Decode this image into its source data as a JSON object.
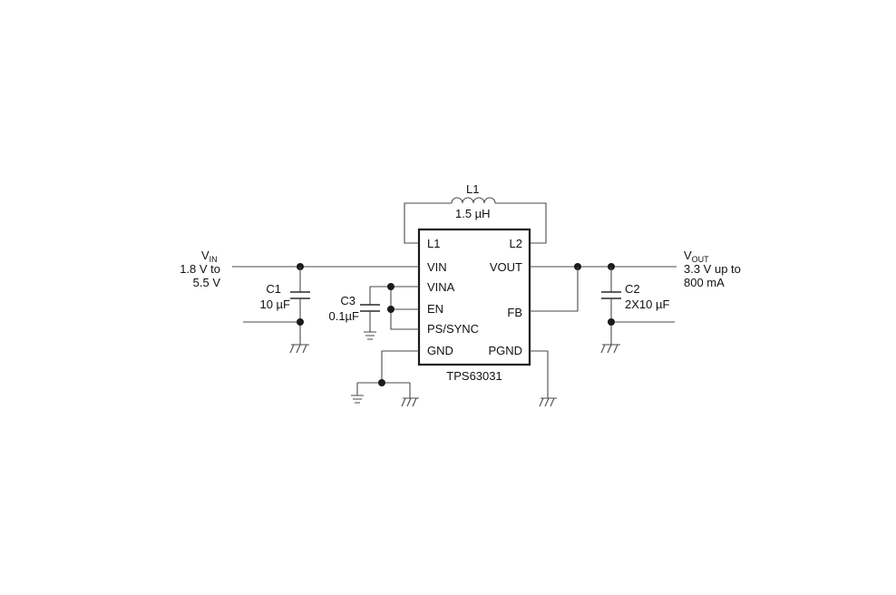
{
  "ic": {
    "part_number": "TPS63031",
    "pins_left": [
      "L1",
      "VIN",
      "VINA",
      "EN",
      "PS/SYNC",
      "GND"
    ],
    "pins_right": [
      "L2",
      "VOUT",
      "FB",
      "PGND"
    ]
  },
  "inductor": {
    "name": "L1",
    "value": "1.5 µH"
  },
  "input": {
    "label_main": "V",
    "label_sub": "IN",
    "range_line1": "1.8 V to",
    "range_line2": "5.5 V"
  },
  "output": {
    "label_main": "V",
    "label_sub": "OUT",
    "spec_line1": "3.3 V up to",
    "spec_line2": "800 mA"
  },
  "capacitors": {
    "c1": {
      "name": "C1",
      "value": "10 µF"
    },
    "c2": {
      "name": "C2",
      "value": "2X10 µF"
    },
    "c3": {
      "name": "C3",
      "value": "0.1µF"
    }
  }
}
